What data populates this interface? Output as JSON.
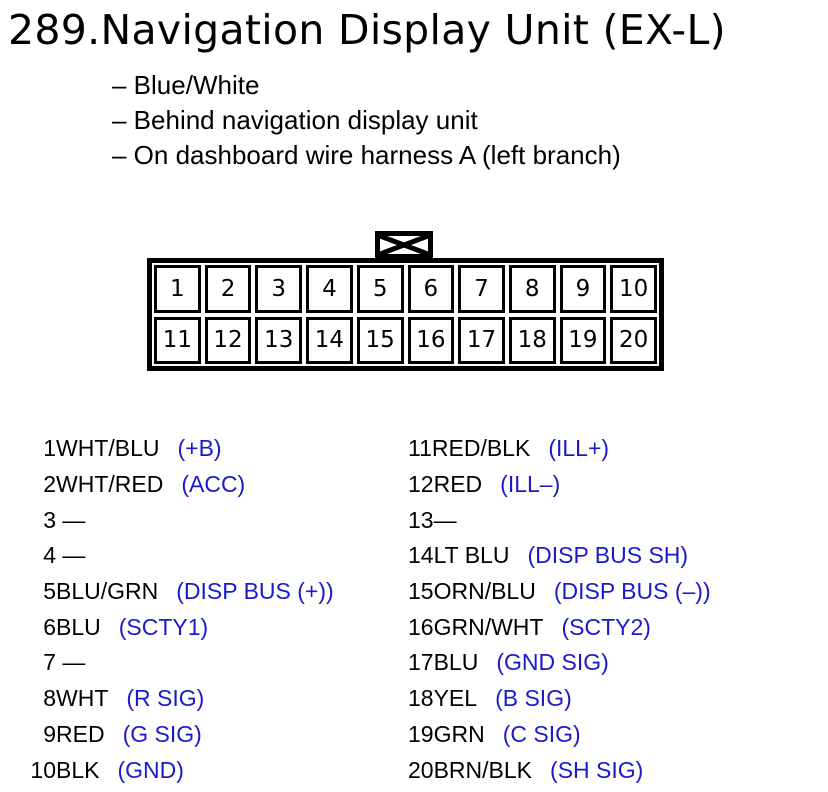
{
  "title": "289.Navigation Display Unit (EX-L)",
  "info": [
    "– Blue/White",
    "– Behind navigation display unit",
    "– On dashboard wire harness A (left branch)"
  ],
  "connector": {
    "pins": [
      "1",
      "2",
      "3",
      "4",
      "5",
      "6",
      "7",
      "8",
      "9",
      "10",
      "11",
      "12",
      "13",
      "14",
      "15",
      "16",
      "17",
      "18",
      "19",
      "20"
    ]
  },
  "pinout_left": [
    {
      "num": "1",
      "wire": "WHT/BLU",
      "signal": "(+B)"
    },
    {
      "num": "2",
      "wire": "WHT/RED",
      "signal": "(ACC)"
    },
    {
      "num": "3",
      "wire": " —",
      "signal": ""
    },
    {
      "num": "4",
      "wire": " —",
      "signal": ""
    },
    {
      "num": "5",
      "wire": "BLU/GRN",
      "signal": "(DISP BUS (+))"
    },
    {
      "num": "6",
      "wire": "BLU",
      "signal": "(SCTY1)"
    },
    {
      "num": "7",
      "wire": " —",
      "signal": ""
    },
    {
      "num": "8",
      "wire": "WHT",
      "signal": "(R SIG)"
    },
    {
      "num": "9",
      "wire": "RED",
      "signal": "(G SIG)"
    },
    {
      "num": "10",
      "wire": "BLK",
      "signal": "(GND)"
    }
  ],
  "pinout_right": [
    {
      "num": "11",
      "wire": "RED/BLK",
      "signal": "(ILL+)"
    },
    {
      "num": "12",
      "wire": "RED",
      "signal": "(ILL–)"
    },
    {
      "num": "13",
      "wire": "—",
      "signal": ""
    },
    {
      "num": "14",
      "wire": "LT BLU",
      "signal": "(DISP BUS SH)"
    },
    {
      "num": "15",
      "wire": "ORN/BLU",
      "signal": "(DISP BUS (–))"
    },
    {
      "num": "16",
      "wire": "GRN/WHT",
      "signal": "(SCTY2)"
    },
    {
      "num": "17",
      "wire": "BLU",
      "signal": "(GND SIG)"
    },
    {
      "num": "18",
      "wire": "YEL",
      "signal": "(B SIG)"
    },
    {
      "num": "19",
      "wire": "GRN",
      "signal": "(C SIG)"
    },
    {
      "num": "20",
      "wire": "BRN/BLK",
      "signal": "(SH SIG)"
    }
  ],
  "colors": {
    "signal_text": "#1a1acc",
    "line": "#000000"
  }
}
